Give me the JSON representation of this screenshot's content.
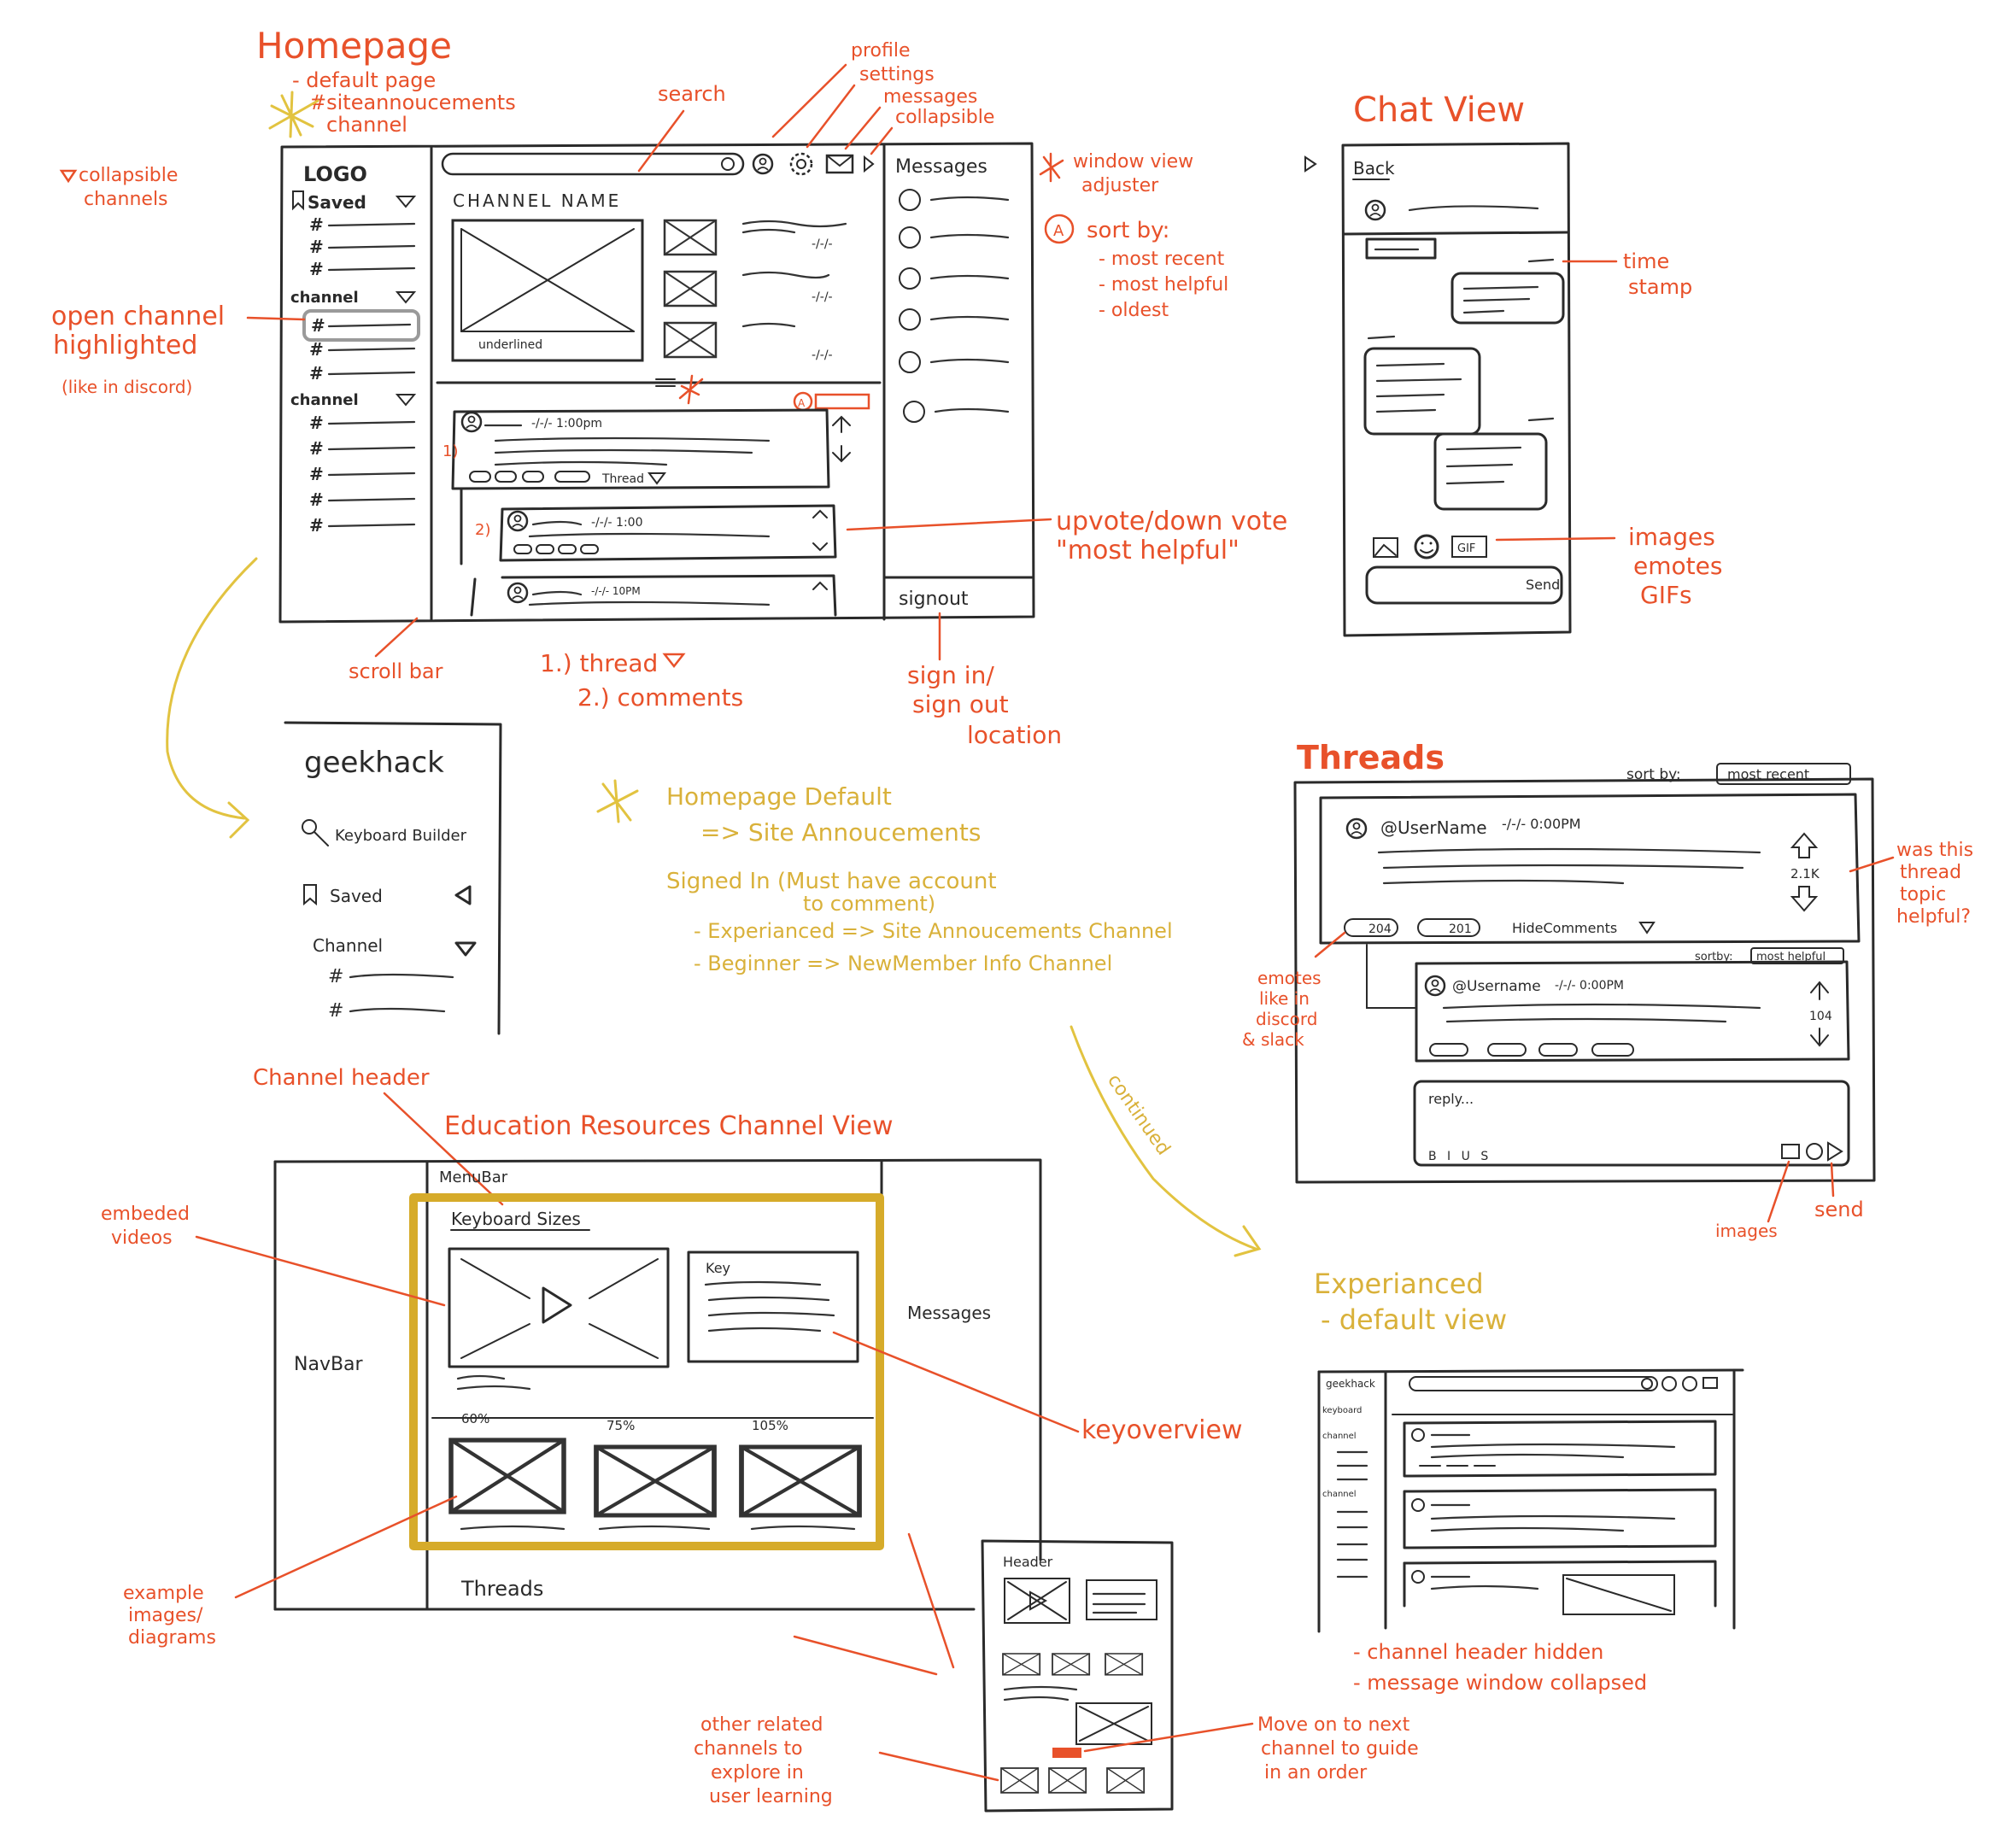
{
  "colors": {
    "annotation": "#e8512a",
    "notes": "#d9b13a",
    "ink": "#2a2a2a",
    "highlight": "#d6ab2a"
  },
  "homepage": {
    "title": "Homepage",
    "notes": [
      "- default page",
      "#siteannoucements",
      "channel"
    ],
    "logo": "LOGO",
    "saved": "Saved",
    "channel1": "channel",
    "channel2": "channel",
    "channel_name": "CHANNEL NAME",
    "messages": "Messages",
    "signout": "signout",
    "thread": "Thread",
    "post_meta": "-/-/- 1:00pm",
    "reply_meta": "-/-/- 1:00",
    "reply2_meta": "-/-/- 10PM",
    "item_num1": "1)",
    "item_num2": "2)",
    "date_mask": "-/-/-",
    "sort_mark": "A",
    "underline_text": "underlined"
  },
  "annotations": {
    "search": "search",
    "profile": "profile",
    "settings": "settings",
    "messages": "messages",
    "collapsible": "collapsible",
    "window_view": "window view",
    "adjuster": "adjuster",
    "sort_by": "sort by:",
    "most_recent": "- most recent",
    "most_helpful": "- most helpful",
    "oldest": "- oldest",
    "collapsible_channels_1": "collapsible",
    "collapsible_channels_2": "channels",
    "open_channel_1": "open channel",
    "open_channel_2": "highlighted",
    "open_channel_3": "(like in discord)",
    "vote_1": "upvote/down vote",
    "vote_2": "\"most helpful\"",
    "scroll_bar": "scroll bar",
    "thread_label": "1.) thread",
    "comments_label": "2.) comments",
    "signin_1": "sign in/",
    "signin_2": "sign out",
    "signin_3": "location"
  },
  "chat": {
    "title": "Chat View",
    "back": "Back",
    "send": "Send",
    "gif": "GIF",
    "timestamp_1": "time",
    "timestamp_2": "stamp",
    "media_1": "images",
    "media_2": "emotes",
    "media_3": "GIFs"
  },
  "nav": {
    "brand": "geekhack",
    "builder": "Keyboard Builder",
    "saved": "Saved",
    "channel": "Channel"
  },
  "notes": {
    "line1": "Homepage Default",
    "line2": "=> Site Annoucements",
    "line3": "Signed In (Must have account",
    "line4": "to comment)",
    "line5": "- Experianced => Site Annoucements Channel",
    "line6": "- Beginner => NewMember Info Channel"
  },
  "threads": {
    "title": "Threads",
    "sort_by": "sort by:",
    "sort_value": "most recent",
    "username": "@UserName",
    "post_meta": "-/-/- 0:00PM",
    "votes": "2.1K",
    "reactions": [
      "204",
      "201"
    ],
    "hide_comments": "HideComments",
    "sort_by2": "sortby:",
    "sort_value2": "most helpful",
    "reply_user": "@Username",
    "reply_meta": "-/-/- 0:00PM",
    "reply_votes": "104",
    "reply_placeholder": "reply...",
    "format_bar": "B I U S",
    "helpful_1": "was this",
    "helpful_2": "thread",
    "helpful_3": "topic",
    "helpful_4": "helpful?",
    "emotes_1": "emotes",
    "emotes_2": "like in",
    "emotes_3": "discord",
    "emotes_4": "& slack",
    "images": "images",
    "send": "send"
  },
  "continued": "continued",
  "edu": {
    "title": "Education Resources Channel View",
    "channel_header": "Channel header",
    "menu_bar": "MenuBar",
    "keyboard_sizes": "Keyboard Sizes",
    "nav_bar": "NavBar",
    "messages": "Messages",
    "threads": "Threads",
    "key_label": "Key",
    "size_labels": [
      "60%",
      "75%",
      "105%"
    ],
    "embedded_1": "embeded",
    "embedded_2": "videos",
    "key_overview": "keyoverview",
    "example_1": "example",
    "example_2": "images/",
    "example_3": "diagrams"
  },
  "mobile": {
    "header": "Header",
    "related_1": "other related",
    "related_2": "channels to",
    "related_3": "explore in",
    "related_4": "user learning",
    "next_1": "Move on to next",
    "next_2": "channel to guide",
    "next_3": "in an order"
  },
  "experienced": {
    "title_1": "Experianced",
    "title_2": "- default view",
    "brand": "geekhack",
    "nav_label1": "keyboard",
    "nav_label2": "channel",
    "nav_label3": "channel",
    "note_1": "- channel header hidden",
    "note_2": "- message window collapsed"
  }
}
